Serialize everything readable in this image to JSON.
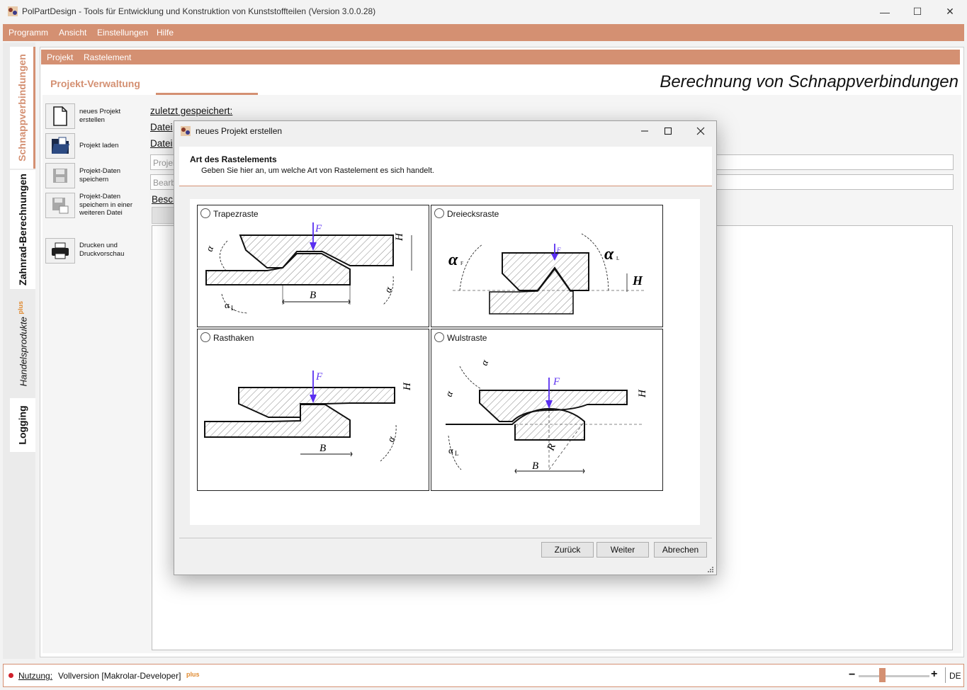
{
  "window": {
    "title": "PolPartDesign - Tools für Entwicklung und Konstruktion von Kunststoffteilen (Version 3.0.0.28)",
    "minimize": "—",
    "maximize": "☐",
    "close": "✕"
  },
  "menu": [
    "Programm",
    "Ansicht",
    "Einstellungen",
    "Hilfe"
  ],
  "sidetabs": {
    "snap": "Schnappverbindungen",
    "gear": "Zahnrad-Berechnungen",
    "trade": "Handelsprodukte",
    "trade_sup": "plus",
    "logging": "Logging"
  },
  "submenu": [
    "Projekt",
    "Rastelement"
  ],
  "project_tab": "Projekt-Verwaltung",
  "page_heading": "Berechnung von Schnappverbindungen",
  "toolbar": {
    "new": "neues Projekt erstellen",
    "load": "Projekt laden",
    "save": "Projekt-Daten speichern",
    "save_as": "Projekt-Daten speichern in einer weiteren Datei",
    "print": "Drucken und Druckvorschau"
  },
  "fields": {
    "last_saved": "zuletzt gespeichert:",
    "file1": "Datei",
    "file2": "Datei",
    "project_placeholder": "Projek",
    "editor_placeholder": "Bearb",
    "description": "Besch"
  },
  "status": {
    "label": "Nutzung:",
    "value": "Vollversion [Makrolar-Developer]",
    "plus": "plus",
    "lang": "DE",
    "zoom_minus": "−",
    "zoom_plus": "+"
  },
  "dialog": {
    "title": "neues Projekt erstellen",
    "heading": "Art des Rastelements",
    "subheading": "Geben Sie hier an, um welche Art von Rastelement es sich handelt.",
    "options": [
      "Trapezraste",
      "Dreiecksraste",
      "Rasthaken",
      "Wulstraste"
    ],
    "buttons": {
      "back": "Zurück",
      "next": "Weiter",
      "cancel": "Abrechen"
    }
  },
  "diagram_labels": {
    "F": "F",
    "H": "H",
    "B": "B",
    "R": "R",
    "alpha": "α",
    "sub_F": "F",
    "sub_L": "L"
  },
  "colors": {
    "accent": "#d49072",
    "force_arrow": "#5a2ff0"
  }
}
